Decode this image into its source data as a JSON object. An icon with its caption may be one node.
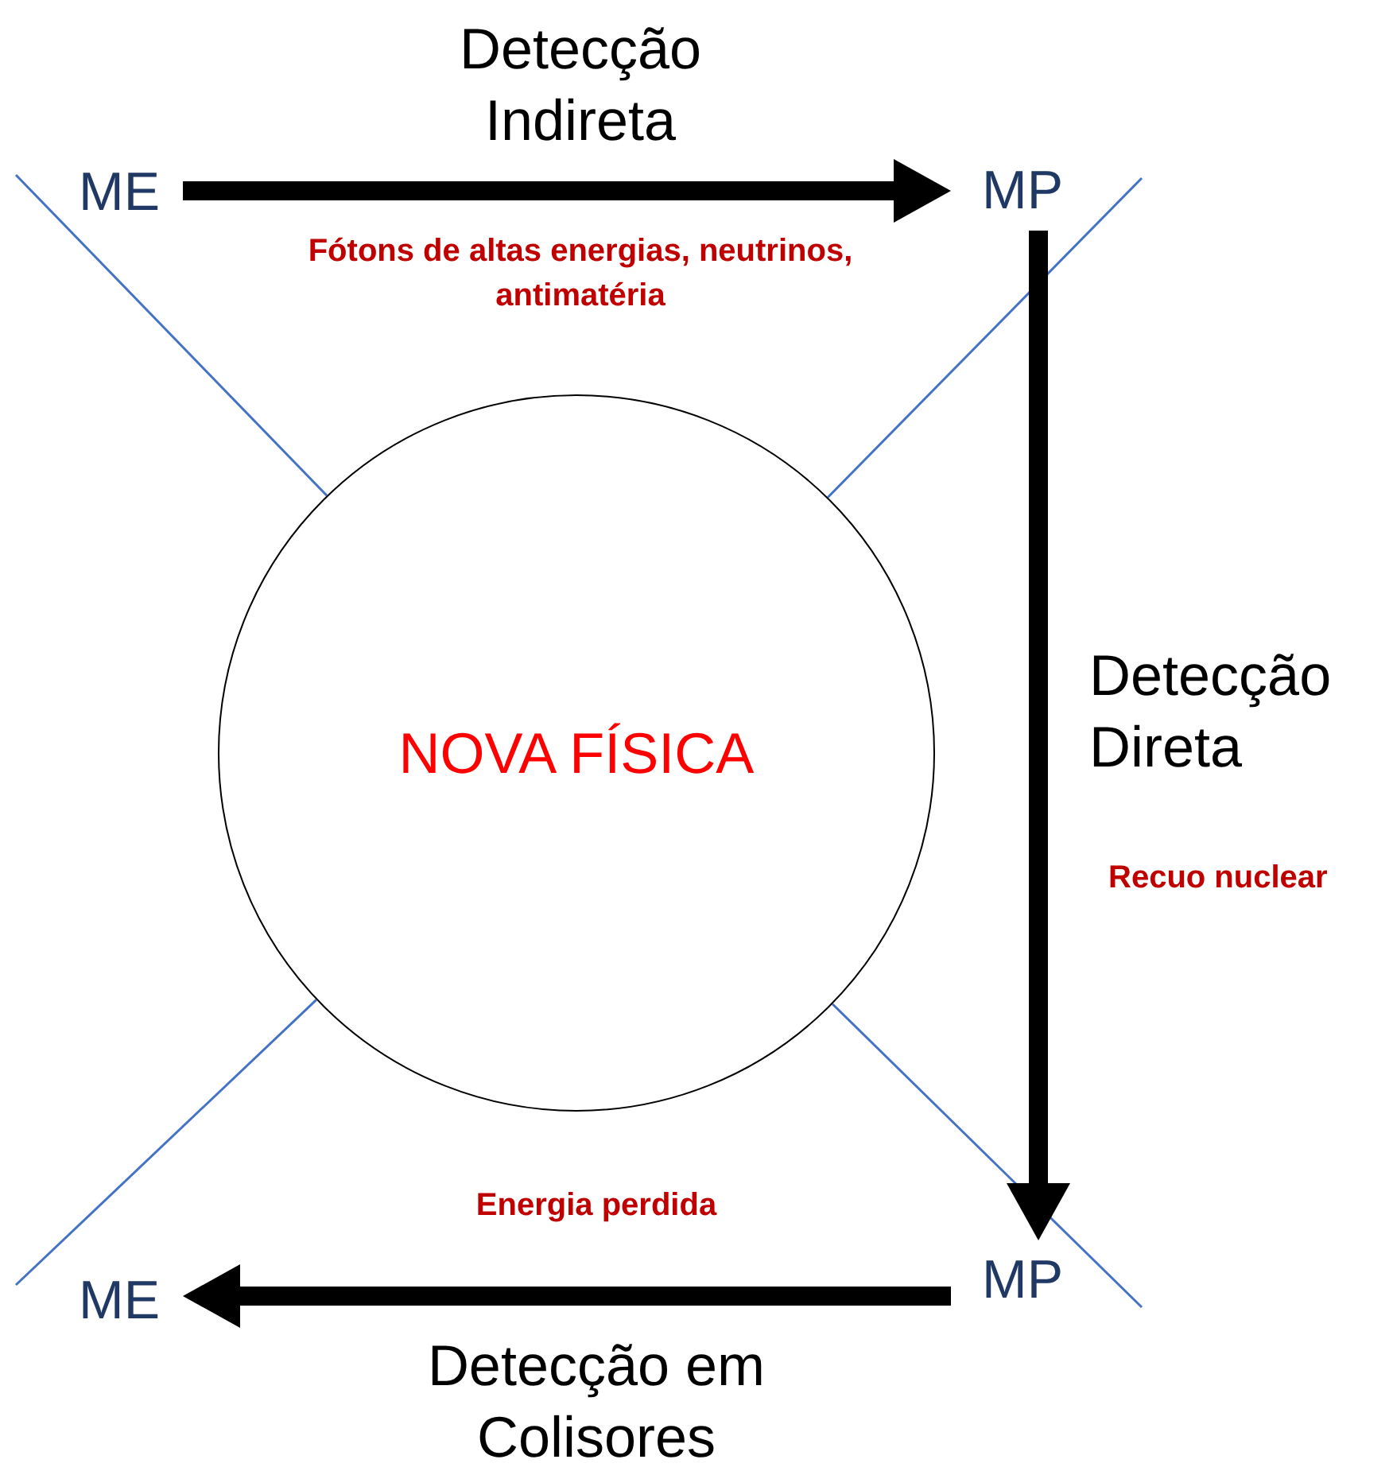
{
  "diagram": {
    "nodes": [
      {
        "text": [
          "NOVA FÍSICA"
        ]
      },
      {
        "text": [
          "ME"
        ]
      },
      {
        "text": [
          "MP"
        ]
      },
      {
        "text": [
          "MP"
        ]
      },
      {
        "text": [
          "ME"
        ]
      }
    ],
    "edges": [
      {
        "from": null,
        "to": 0,
        "arrow": "none",
        "color": "#4472c4"
      },
      {
        "from": null,
        "to": 0,
        "arrow": "none",
        "color": "#4472c4"
      },
      {
        "from": null,
        "to": 0,
        "arrow": "none",
        "color": "#4472c4"
      },
      {
        "from": null,
        "to": 0,
        "arrow": "none",
        "color": "#4472c4"
      },
      {
        "from": 1,
        "to": 2,
        "arrow": "to",
        "label": "Detecção Indireta",
        "style": "thick",
        "color": "#000000"
      },
      {
        "from": 2,
        "to": 3,
        "arrow": "to",
        "label": "Detecção Direta",
        "style": "thick",
        "color": "#000000"
      },
      {
        "from": 3,
        "to": 4,
        "arrow": "to",
        "label": "Detecção em Colisores",
        "style": "thick",
        "color": "#000000"
      }
    ],
    "labels": [
      "Fótons de altas energias, neutrinos, antimatéria",
      "Recuo nuclear",
      "Energia perdida"
    ]
  }
}
